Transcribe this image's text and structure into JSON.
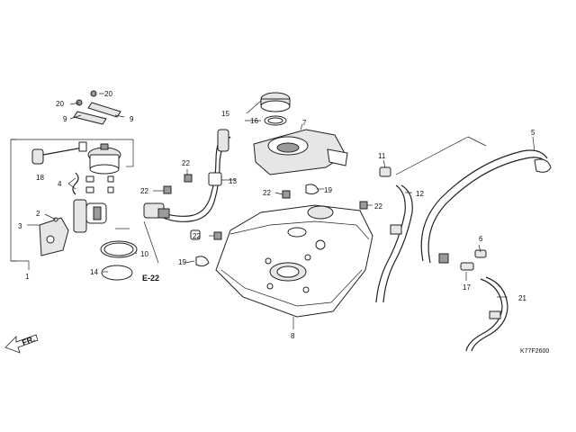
{
  "diagram": {
    "drawing_code": "K77F2600",
    "reference_label": "E-22",
    "direction_label": "FR.",
    "callouts": {
      "c1": "1",
      "c2": "2",
      "c3": "3",
      "c4": "4",
      "c5": "5",
      "c6": "6",
      "c7": "7",
      "c8": "8",
      "c9a": "9",
      "c9b": "9",
      "c10": "10",
      "c11": "11",
      "c12": "12",
      "c13": "13",
      "c14": "14",
      "c15": "15",
      "c16": "16",
      "c17": "17",
      "c18": "18",
      "c19a": "19",
      "c19b": "19",
      "c20a": "20",
      "c20b": "20",
      "c21": "21",
      "c22a": "22",
      "c22b": "22",
      "c22c": "22",
      "c22d": "22",
      "c22e": "22"
    }
  }
}
